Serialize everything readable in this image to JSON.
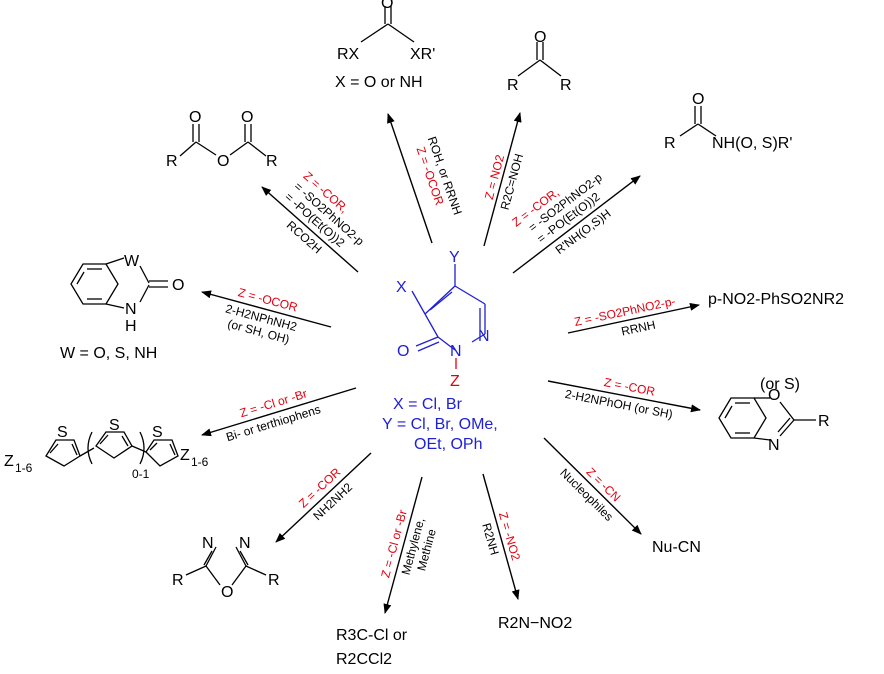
{
  "core": {
    "X": "X",
    "Y": "Y",
    "O": "O",
    "N1": "N",
    "N2": "N",
    "Z": "Z",
    "legend": [
      "X = Cl, Br",
      "Y = Cl, Br, OMe,",
      "OEt, OPh"
    ]
  },
  "products": {
    "carbonate": {
      "RX": "RX",
      "XR": "XR'",
      "O": "O",
      "note": "X = O or NH"
    },
    "ketone": {
      "R1": "R",
      "R2": "R",
      "O": "O"
    },
    "amide": {
      "R": "R",
      "NH": "NH(O, S)R'",
      "O": "O"
    },
    "anhydride": {
      "R1": "R",
      "R2": "R",
      "O1": "O",
      "O2": "O",
      "O3": "O"
    },
    "sulfonamide": {
      "text": "p-NO2-PhSO2NR2"
    },
    "benzimidazolone": {
      "W": "W",
      "O": "O",
      "N": "N",
      "H": "H",
      "note": "W = O, S, NH"
    },
    "benzoxazole": {
      "O": "O",
      "N": "N",
      "R": "R",
      "note": "(or S)"
    },
    "thiophenes": {
      "Z1": "Z",
      "Z1sub": "1-6",
      "Z2": "Z",
      "Z2sub": "1-6",
      "S1": "S",
      "S2": "S",
      "S3": "S",
      "idx": "0-1"
    },
    "nitrile": {
      "text": "Nu-CN"
    },
    "oxadiazole": {
      "N1": "N",
      "N2": "N",
      "O": "O",
      "R1": "R",
      "R2": "R"
    },
    "halide": {
      "line1": "R3C-Cl or",
      "line2": "R2CCl2"
    },
    "nitramine": {
      "text": "R2N−NO2"
    }
  },
  "conditions": {
    "carbonate": {
      "z": "Z = -OCOR",
      "reagent": "ROH, or RRNH"
    },
    "ketone": {
      "z": "Z = NO2",
      "reagent": "R2C=NOH"
    },
    "amide": {
      "z": "Z = -COR,",
      "l2": "= -SO2PhNO2-p",
      "l3": "= -PO(Et(O))2",
      "reagent": "R'NH(O,S)H"
    },
    "anhydride": {
      "z": "Z = -COR,",
      "l2": "= -SO2PhNO2-p",
      "l3": "= -PO(Et(O))2",
      "reagent": "RCO2H"
    },
    "sulfonamide": {
      "z": "Z = -SO2PhNO2-p-",
      "reagent": "RRNH"
    },
    "benzimidazolone": {
      "z": "Z = -OCOR",
      "reagent": "2-H2NPhNH2",
      "reagent2": "(or SH, OH)"
    },
    "benzoxazole": {
      "z": "Z = -COR",
      "reagent": "2-H2NPhOH (or SH)"
    },
    "thiophenes": {
      "z": "Z = -Cl or -Br",
      "reagent": "Bi- or terthiophens"
    },
    "nitrile": {
      "z": "Z = -CN",
      "reagent": "Nucleophiles"
    },
    "oxadiazole": {
      "z": "Z = -COR",
      "reagent": "NH2NH2"
    },
    "halide": {
      "z": "Z = -Cl or -Br",
      "reagent": "Methylene,",
      "reagent2": "Methine"
    },
    "nitramine": {
      "z": "Z = -NO2",
      "reagent": "R2NH"
    }
  },
  "colors": {
    "zcolor": "#e3000f",
    "core": "#1f1fd6",
    "ink": "#000000"
  }
}
